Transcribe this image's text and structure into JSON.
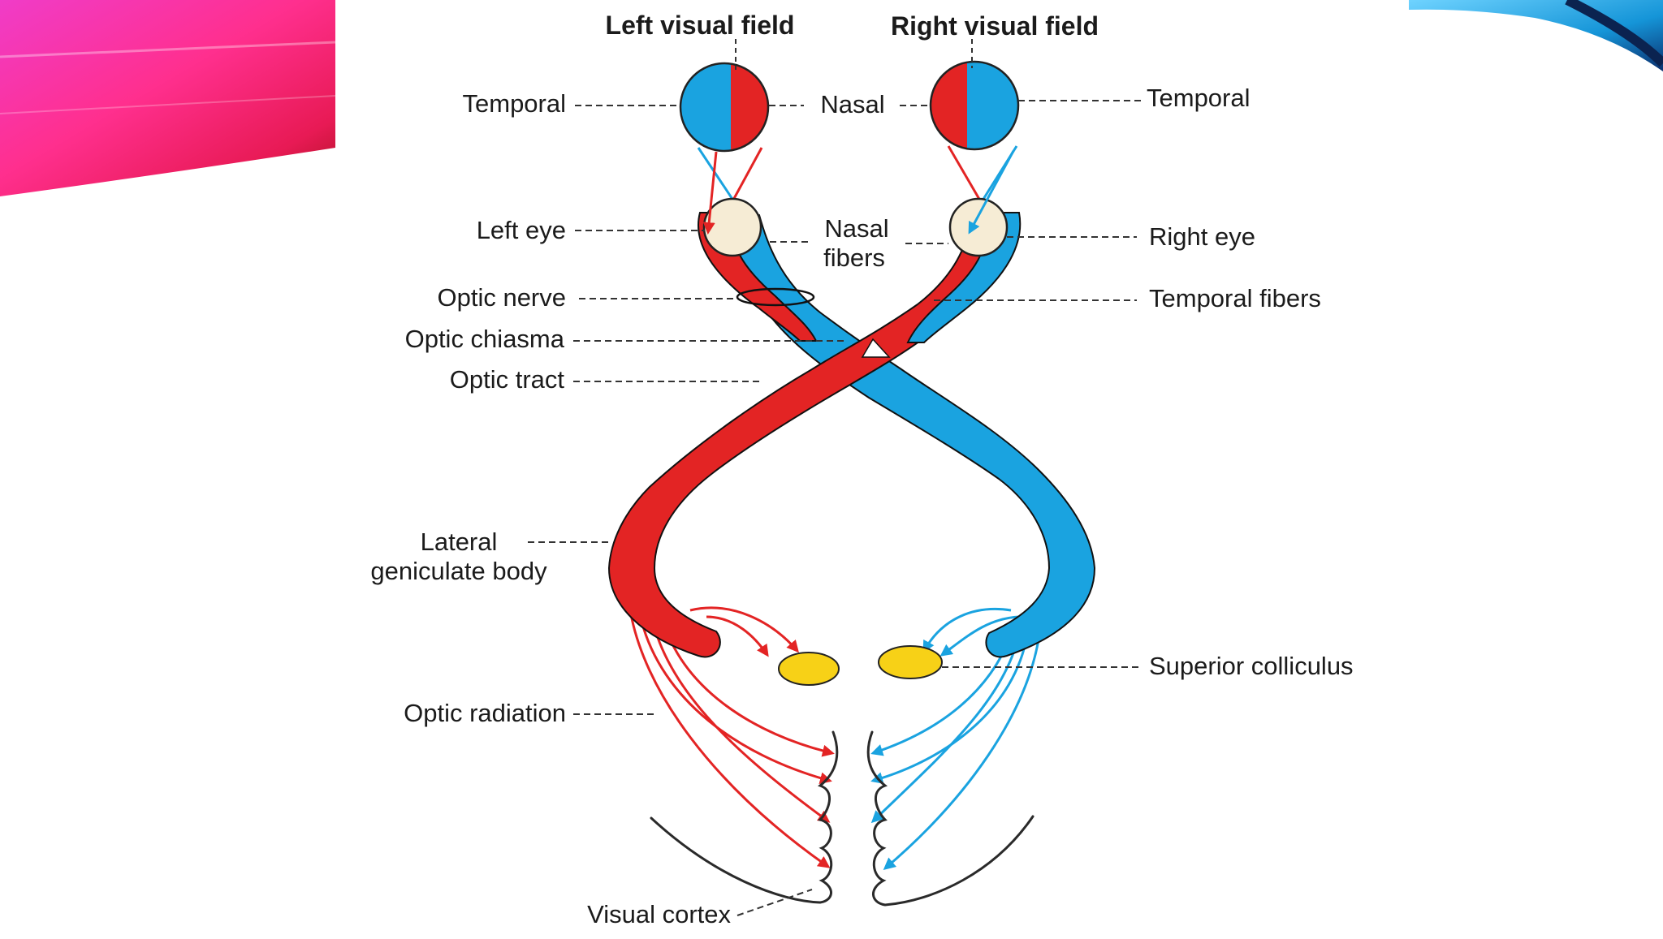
{
  "diagram": {
    "titles": {
      "left_visual_field": "Left visual field",
      "right_visual_field": "Right visual field"
    },
    "labels": {
      "temporal_left": "Temporal",
      "nasal": "Nasal",
      "temporal_right": "Temporal",
      "left_eye": "Left eye",
      "nasal_fibers_line1": "Nasal",
      "nasal_fibers_line2": "fibers",
      "right_eye": "Right eye",
      "optic_nerve": "Optic nerve",
      "temporal_fibers": "Temporal fibers",
      "optic_chiasma": "Optic chiasma",
      "optic_tract": "Optic tract",
      "lgb_line1": "Lateral",
      "lgb_line2": "geniculate body",
      "superior_colliculus": "Superior colliculus",
      "optic_radiation": "Optic radiation",
      "visual_cortex": "Visual cortex"
    },
    "colors": {
      "left_pathway": "#e32424",
      "right_pathway": "#1aa3e0",
      "colliculus": "#f7d117",
      "eyeball": "#f6ecd5"
    }
  }
}
